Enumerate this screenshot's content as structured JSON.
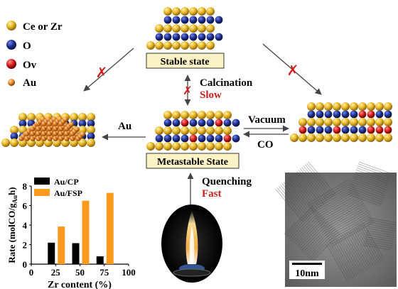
{
  "legend": {
    "items": [
      {
        "label": "Ce or Zr",
        "color": "#e6b422"
      },
      {
        "label": "O",
        "color": "#1f2f8f"
      },
      {
        "label": "Ov",
        "color": "#d11a1a"
      },
      {
        "label": "Au",
        "color": "#e8862a"
      }
    ]
  },
  "states": {
    "stable": "Stable state",
    "metastable": "Metastable State"
  },
  "arrows": {
    "calcination": "Calcination",
    "slow": "Slow",
    "vacuum": "Vacuum",
    "co": "CO",
    "au": "Au",
    "quenching": "Quenching",
    "fast": "Fast"
  },
  "micrograph": {
    "scale_bar": "10nm"
  },
  "colors": {
    "cross": "#d11a1a",
    "label_box": "#fbf3c6",
    "red_text": "#c81e1e",
    "bar_cp": "#000000",
    "bar_fsp": "#ff9a1f"
  },
  "chart_data": {
    "type": "bar",
    "ylabel": "Rate (molCO/g",
    "ylabel_sub": "Au",
    "ylabel_tail": "h)",
    "xlabel": "Zr content (%)",
    "xlim": [
      0,
      100
    ],
    "ylim": [
      0,
      8
    ],
    "xticks": [
      0,
      25,
      50,
      75,
      100
    ],
    "yticks": [
      0,
      2,
      4,
      6,
      8
    ],
    "x": [
      25,
      50,
      75
    ],
    "series": [
      {
        "name": "Au/CP",
        "values": [
          2.2,
          2.15,
          0.8
        ]
      },
      {
        "name": "Au/FSP",
        "values": [
          3.85,
          6.5,
          7.3
        ]
      }
    ]
  }
}
